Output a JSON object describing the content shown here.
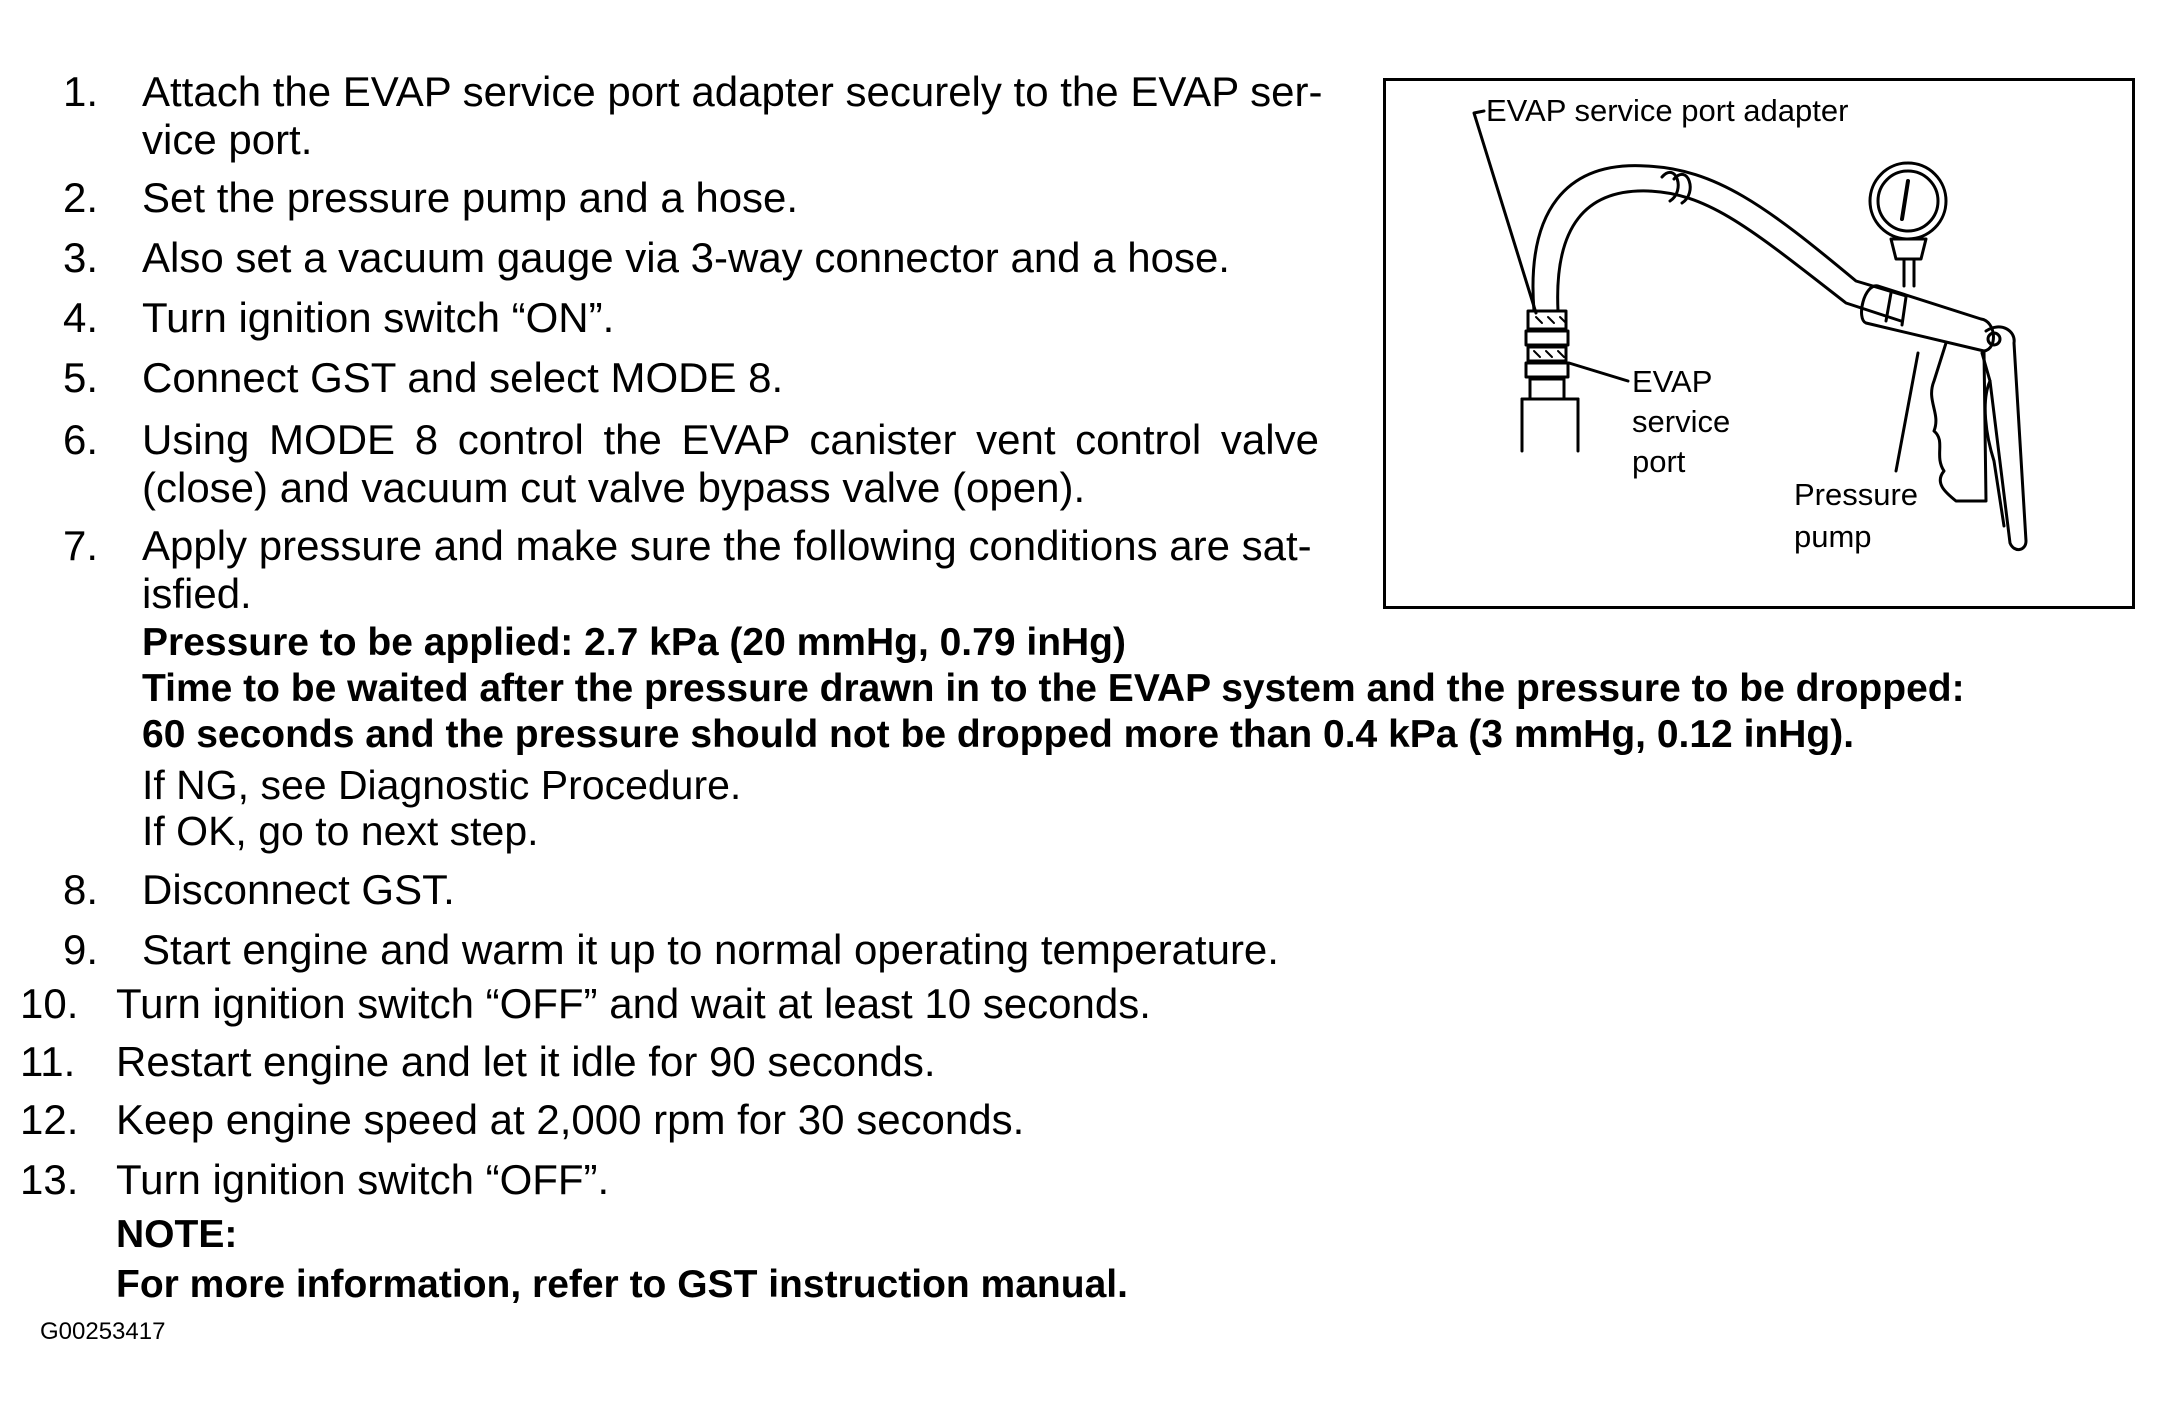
{
  "steps": [
    {
      "n": "1.",
      "lines": [
        "Attach the EVAP service port adapter securely to the EVAP ser-",
        "vice port."
      ]
    },
    {
      "n": "2.",
      "lines": [
        "Set the pressure pump and a hose."
      ]
    },
    {
      "n": "3.",
      "lines": [
        "Also set a vacuum gauge via 3-way connector and a hose."
      ]
    },
    {
      "n": "4.",
      "lines": [
        "Turn ignition switch “ON”."
      ]
    },
    {
      "n": "5.",
      "lines": [
        "Connect GST and select MODE 8."
      ]
    },
    {
      "n": "6.",
      "lines": [
        "Using MODE 8 control the EVAP canister vent control valve",
        "(close) and vacuum cut valve bypass valve (open)."
      ]
    },
    {
      "n": "7.",
      "lines": [
        "Apply pressure and make sure the following conditions are sat-",
        "isfied."
      ]
    },
    {
      "n": "8.",
      "lines": [
        "Disconnect GST."
      ]
    },
    {
      "n": "9.",
      "lines": [
        "Start engine and warm it up to normal operating temperature."
      ]
    },
    {
      "n": "10.",
      "lines": [
        "Turn ignition switch “OFF” and wait at least 10 seconds."
      ]
    },
    {
      "n": "11.",
      "lines": [
        "Restart engine and let it idle for 90 seconds."
      ]
    },
    {
      "n": "12.",
      "lines": [
        "Keep engine speed at 2,000 rpm for 30 seconds."
      ]
    },
    {
      "n": "13.",
      "lines": [
        "Turn ignition switch “OFF”."
      ]
    }
  ],
  "step7_conditions": [
    "Pressure to be applied: 2.7 kPa (20 mmHg, 0.79 inHg)",
    "Time to be waited after the pressure drawn in to the EVAP system and the pressure to be dropped:",
    "60 seconds and the pressure should not be dropped more than 0.4 kPa (3 mmHg, 0.12 inHg)."
  ],
  "step7_results": [
    "If NG, see Diagnostic Procedure.",
    "If OK, go to next step."
  ],
  "note": {
    "heading": "NOTE:",
    "text": "For more information, refer to GST instruction manual."
  },
  "figure": {
    "label_adapter": "EVAP service port adapter",
    "label_port_1": "EVAP",
    "label_port_2": "service",
    "label_port_3": "port",
    "label_pump_1": "Pressure",
    "label_pump_2": "pump"
  },
  "figure_code": "G00253417"
}
